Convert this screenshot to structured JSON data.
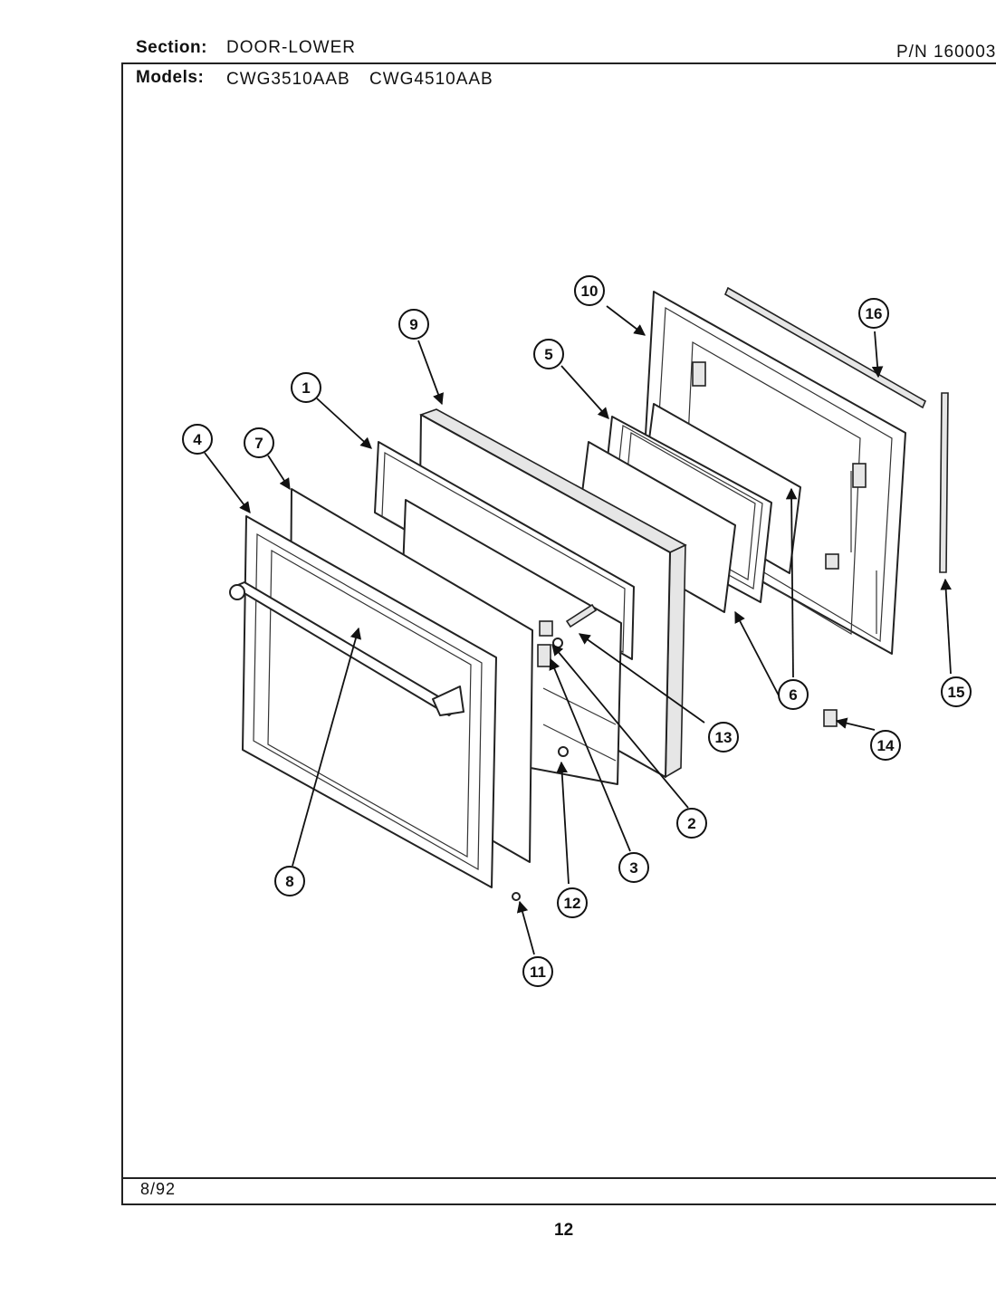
{
  "header": {
    "section_label": "Section:",
    "section_value": "DOOR-LOWER",
    "pn": "P/N  160003",
    "models_label": "Models:",
    "models": [
      "CWG3510AAB",
      "CWG4510AAB"
    ]
  },
  "footer": {
    "date": "8/92",
    "page_number": "12"
  },
  "callouts": [
    {
      "id": "1",
      "label": "1"
    },
    {
      "id": "2",
      "label": "2"
    },
    {
      "id": "3",
      "label": "3"
    },
    {
      "id": "4",
      "label": "4"
    },
    {
      "id": "5",
      "label": "5"
    },
    {
      "id": "6",
      "label": "6"
    },
    {
      "id": "7",
      "label": "7"
    },
    {
      "id": "8",
      "label": "8"
    },
    {
      "id": "9",
      "label": "9"
    },
    {
      "id": "10",
      "label": "10"
    },
    {
      "id": "11",
      "label": "11"
    },
    {
      "id": "12",
      "label": "12"
    },
    {
      "id": "13",
      "label": "13"
    },
    {
      "id": "14",
      "label": "14"
    },
    {
      "id": "15",
      "label": "15"
    },
    {
      "id": "16",
      "label": "16"
    }
  ]
}
